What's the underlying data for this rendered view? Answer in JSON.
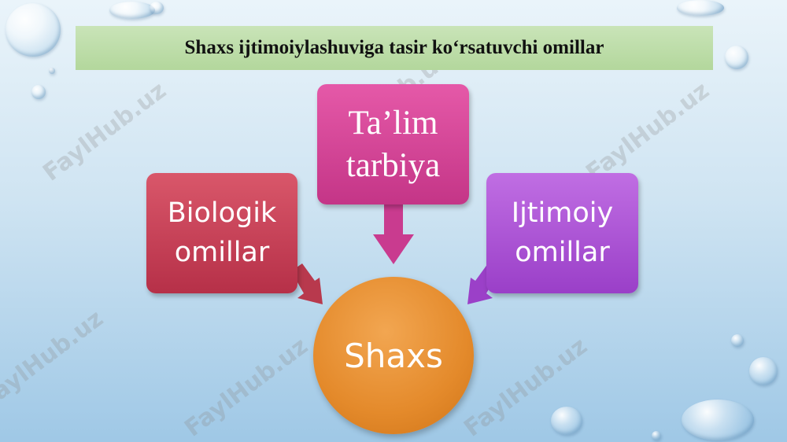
{
  "title": "Shaxs ijtimoiylashuviga tasir ko‘rsatuvchi omillar",
  "nodes": {
    "biologik": {
      "line1": "Biologik",
      "line2": "omillar",
      "color": "#c43a52"
    },
    "talim": {
      "line1": "Ta’lim",
      "line2": "tarbiya",
      "color": "#d4439a"
    },
    "ijtimoiy": {
      "line1": "Ijtimoiy",
      "line2": "omillar",
      "color": "#a94fd6"
    },
    "center": {
      "label": "Shaxs",
      "color": "#e48a2b"
    }
  },
  "watermark": "FaylHub.uz",
  "colors": {
    "title_bg": "#b7d9a0",
    "background": "#c6dff0"
  }
}
